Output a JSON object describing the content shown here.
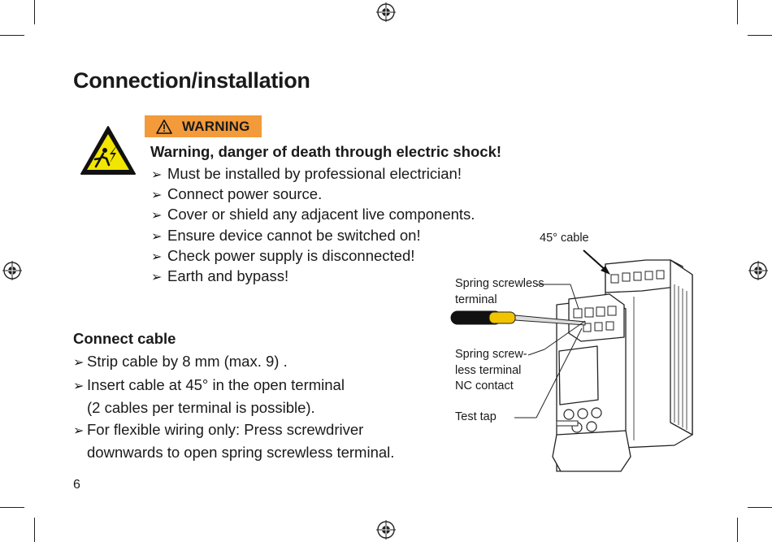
{
  "page": {
    "title": "Connection/installation",
    "page_number": "6"
  },
  "warning": {
    "banner_label": "WARNING",
    "heading": "Warning, danger of death through electric shock!",
    "items": [
      "Must be installed by professional electrician!",
      "Connect power source.",
      "Cover or shield any adjacent live components.",
      "Ensure device cannot be switched on!",
      "Check power supply is disconnected!",
      "Earth and bypass!"
    ],
    "colors": {
      "banner": "#f39a3a",
      "sign_fill": "#f2e600"
    },
    "icons": [
      "electric-shock-warning-sign-icon",
      "warning-triangle-icon",
      "arrow-bullet-icon"
    ]
  },
  "connect_cable": {
    "heading": "Connect cable",
    "steps": [
      {
        "line1": "Strip cable by 8 mm (max. 9) ."
      },
      {
        "line1": "Insert cable at 45° in the open terminal",
        "line2": "(2 cables per terminal is possible)."
      },
      {
        "line1": "For flexible wiring only: Press screwdriver",
        "line2": "downwards to open spring screwless terminal."
      }
    ]
  },
  "figure": {
    "callouts": {
      "cable_45": "45° cable",
      "spring_terminal_line1": "Spring screwless",
      "spring_terminal_line2": "terminal",
      "nc_line1": "Spring screw-",
      "nc_line2": "less terminal",
      "nc_line3": "NC contact",
      "test_tap": "Test tap"
    },
    "colors": {
      "screwdriver_handle": "#f0c400"
    }
  }
}
